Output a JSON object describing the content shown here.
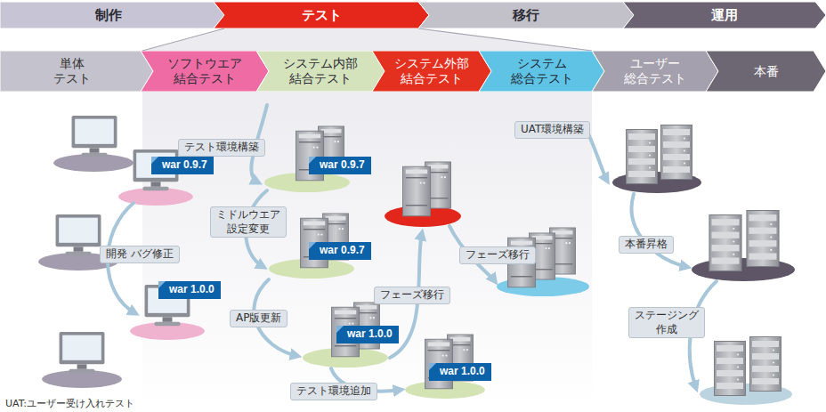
{
  "diagram": {
    "nodes": [
      {
        "text": [
          "制作"
        ]
      },
      {
        "text": [
          "テスト"
        ]
      },
      {
        "text": [
          "移行"
        ]
      },
      {
        "text": [
          "運用"
        ]
      },
      {
        "text": [
          "単体 テスト"
        ]
      },
      {
        "text": [
          "ソフトウエア 結合テスト"
        ]
      },
      {
        "text": [
          "システム内部 結合テスト"
        ]
      },
      {
        "text": [
          "システム外部 結合テスト"
        ]
      },
      {
        "text": [
          "システム 総合テスト"
        ]
      },
      {
        "text": [
          "ユーザー 総合テスト"
        ]
      },
      {
        "text": [
          "本番"
        ]
      },
      {
        "text": [
          "war 0.9.7"
        ]
      },
      {
        "text": [
          "war 0.9.7"
        ]
      },
      {
        "text": [
          "war 0.9.7"
        ]
      },
      {
        "text": [
          "war 1.0.0"
        ]
      },
      {
        "text": [
          "war 1.0.0"
        ]
      },
      {
        "text": [
          "war 1.0.0"
        ]
      }
    ],
    "labels": [
      "テスト環境構築",
      "開発 バグ修正",
      "ミドルウエア 設定変更",
      "フェーズ移行",
      "フェーズ移行",
      "AP版更新",
      "テスト環境追加",
      "UAT環境構築",
      "本番昇格",
      "ステージング 作成",
      "UAT:ユーザー受け入れテスト"
    ]
  }
}
